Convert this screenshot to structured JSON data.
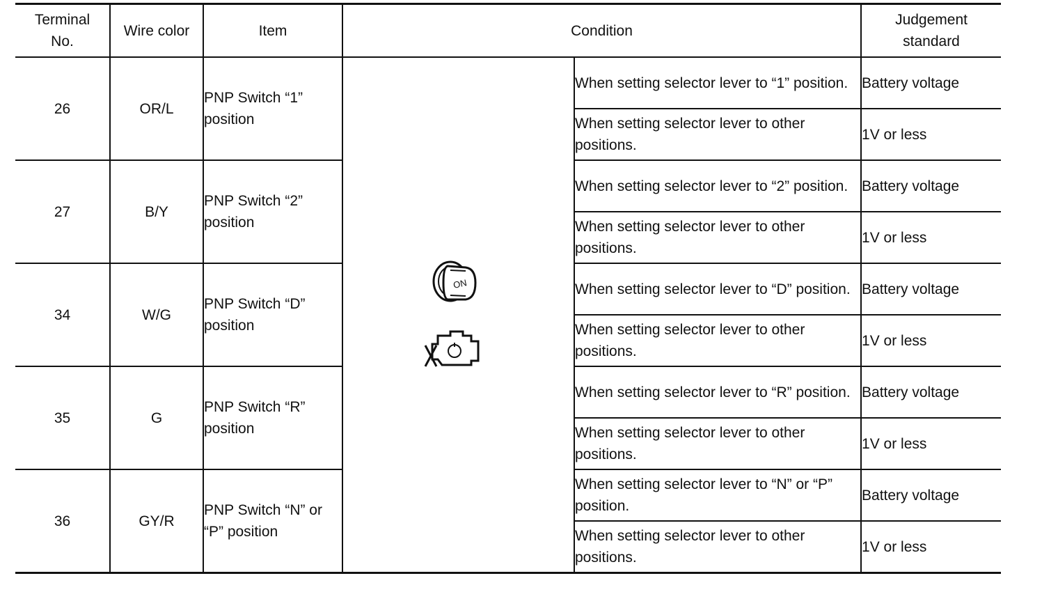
{
  "headers": {
    "terminal_line1": "Terminal",
    "terminal_line2": "No.",
    "wire_color": "Wire color",
    "item": "Item",
    "condition": "Condition",
    "judgement_line1": "Judgement",
    "judgement_line2": "standard"
  },
  "icons": {
    "ignition": "ignition-key-on-icon",
    "ignition_label": "ON",
    "engine": "engine-stopped-icon"
  },
  "rows": [
    {
      "terminal": "26",
      "wire_color": "OR/L",
      "item": "PNP Switch “1” position",
      "conditions": [
        {
          "condition": "When setting selector lever to “1” position.",
          "standard": "Battery voltage"
        },
        {
          "condition": "When setting selector lever to other positions.",
          "standard": "1V or less"
        }
      ]
    },
    {
      "terminal": "27",
      "wire_color": "B/Y",
      "item": "PNP Switch “2” position",
      "conditions": [
        {
          "condition": "When setting selector lever to “2” position.",
          "standard": "Battery voltage"
        },
        {
          "condition": "When setting selector lever to other positions.",
          "standard": "1V or less"
        }
      ]
    },
    {
      "terminal": "34",
      "wire_color": "W/G",
      "item": "PNP Switch “D” position",
      "conditions": [
        {
          "condition": "When setting selector lever to “D” position.",
          "standard": "Battery voltage"
        },
        {
          "condition": "When setting selector lever to other positions.",
          "standard": "1V or less"
        }
      ]
    },
    {
      "terminal": "35",
      "wire_color": "G",
      "item": "PNP Switch “R” position",
      "conditions": [
        {
          "condition": "When setting selector lever to “R” position.",
          "standard": "Battery voltage"
        },
        {
          "condition": "When setting selector lever to other positions.",
          "standard": "1V or less"
        }
      ]
    },
    {
      "terminal": "36",
      "wire_color": "GY/R",
      "item": "PNP Switch “N” or “P” position",
      "conditions": [
        {
          "condition": "When setting selector lever to “N” or “P” position.",
          "standard": "Battery voltage"
        },
        {
          "condition": "When setting selector lever to other positions.",
          "standard": "1V or less"
        }
      ]
    }
  ]
}
